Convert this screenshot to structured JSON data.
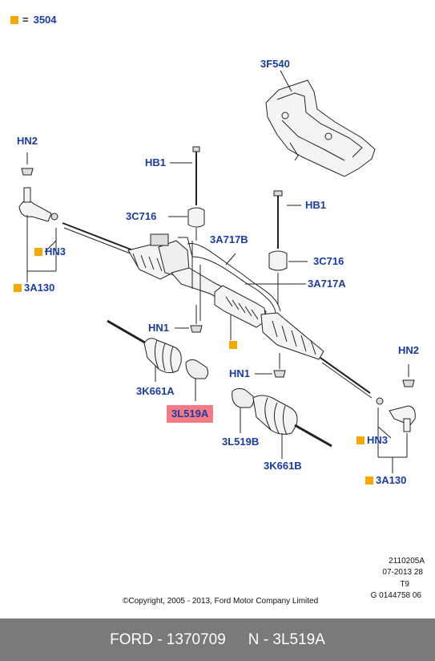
{
  "legend": {
    "symbol": "=",
    "code": "3504",
    "marker_color": "#f5a800"
  },
  "labels": {
    "hn2_left": "HN2",
    "hb1_top": "HB1",
    "c3c716_top": "3C716",
    "a3a717b": "3A717B",
    "hn3_left": "HN3",
    "a3a130_left": "3A130",
    "f3f540": "3F540",
    "hb1_right": "HB1",
    "c3c716_right": "3C716",
    "a3a717a": "3A717A",
    "hn1_left": "HN1",
    "hn1_right": "HN1",
    "k3k661a": "3K661A",
    "l3l519a": "3L519A",
    "l3l519b": "3L519B",
    "k3k661b": "3K661B",
    "hn2_right": "HN2",
    "hn3_right": "HN3",
    "a3a130_right": "3A130"
  },
  "highlight_color": "#f47b86",
  "meta": {
    "code": "2110205A",
    "date": "07-2013 28",
    "type": "T9",
    "ref": "G 0144758 06",
    "copyright": "©Copyright, 2005 - 2013, Ford Motor Company Limited"
  },
  "footer": {
    "part": "FORD - 1370709",
    "ref": "N - 3L519A"
  }
}
